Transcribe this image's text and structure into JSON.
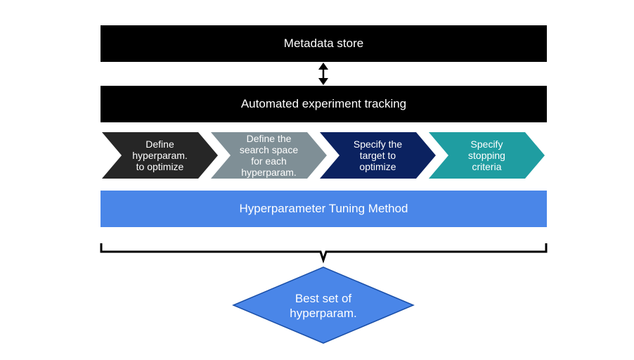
{
  "colors": {
    "black": "#000000",
    "step1": "#262626",
    "step2": "#7f8f96",
    "step3": "#0b2260",
    "step4": "#1f9da1",
    "blue": "#4a86e8"
  },
  "metadata_store": {
    "label": "Metadata store"
  },
  "tracking": {
    "label": "Automated experiment tracking"
  },
  "steps": [
    {
      "label": "Define\nhyperparam.\nto optimize"
    },
    {
      "label": "Define the\nsearch space\nfor each\nhyperparam."
    },
    {
      "label": "Specify the\ntarget to\noptimize"
    },
    {
      "label": "Specify\nstopping\ncriteria"
    }
  ],
  "tuning_method": {
    "label": "Hyperparameter Tuning Method"
  },
  "result": {
    "label": "Best set of\nhyperparam."
  }
}
